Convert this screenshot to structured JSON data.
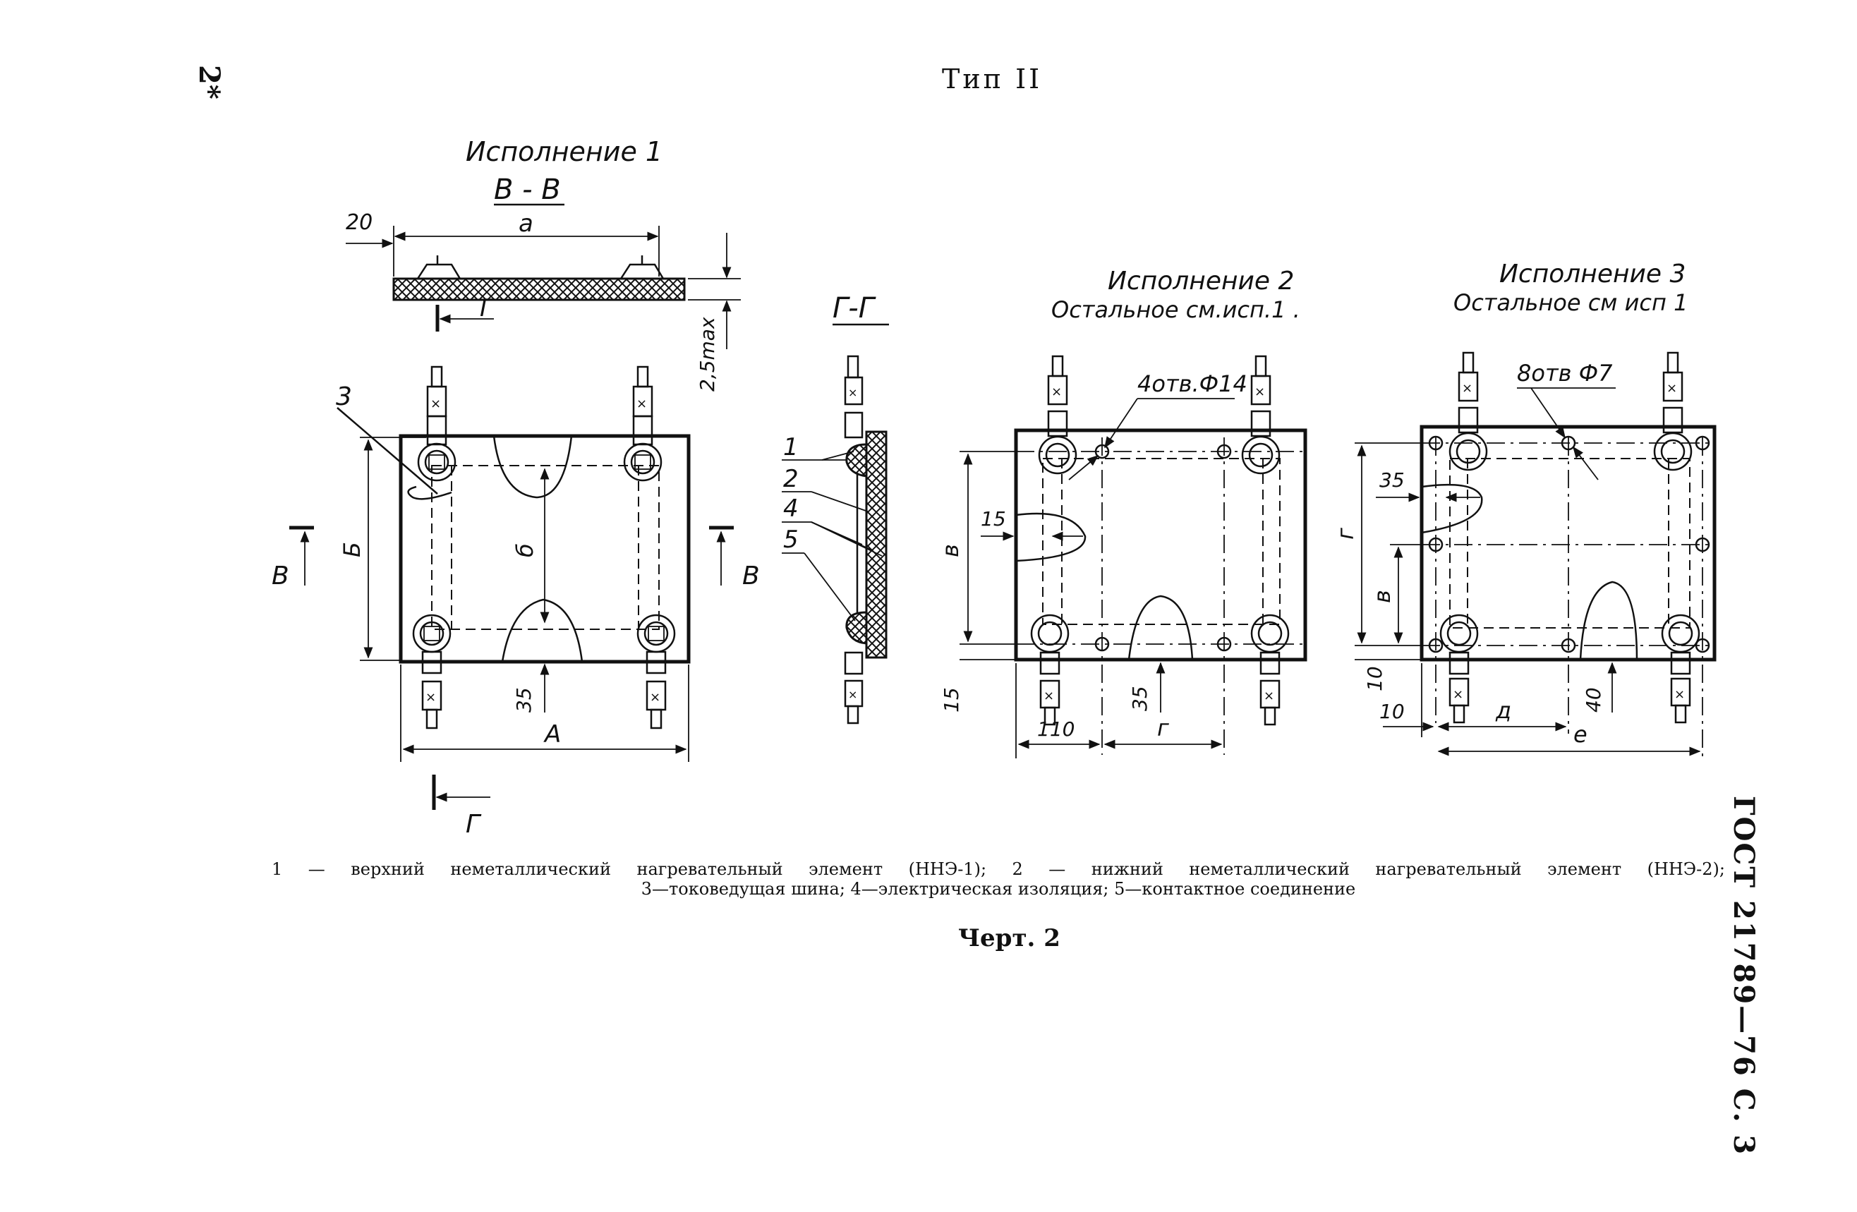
{
  "page": {
    "page_mark": "2*",
    "type_title": "Тип II",
    "side_title": "ГОСТ 21789—76 С. 3",
    "figure_caption": "Черт. 2"
  },
  "legend": {
    "line1": "1 — верхний неметаллический нагревательный элемент (ННЭ-1); 2 — нижний неметаллический нагревательный элемент (ННЭ-2);",
    "line2": "3—токоведущая шина; 4—электрическая изоляция; 5—контактное соединение"
  },
  "drawing": {
    "variant1": {
      "title": "Исполнение 1",
      "section_label": "В - В",
      "dim_20": "20",
      "dim_a": "а",
      "dim_25max": "2,5max",
      "cut_g_top": "Г",
      "cut_g_bottom": "Г",
      "cut_v_left": "В",
      "cut_v_right": "В",
      "item_3": "3",
      "dim_b": "Б",
      "dim_delta": "б",
      "dim_35": "35",
      "dim_A": "А"
    },
    "section_gg": {
      "label": "Г-Г",
      "item_1": "1",
      "item_2": "2",
      "item_4": "4",
      "item_5": "5"
    },
    "variant2": {
      "title": "Исполнение 2",
      "subtitle": "Остальное см.исп.1 .",
      "holes": "4отв.Ф14",
      "dim_15_left": "15",
      "dim_v": "в",
      "dim_15_bottom": "15",
      "dim_35": "35",
      "dim_110": "110",
      "dim_g": "г"
    },
    "variant3": {
      "title": "Исполнение 3",
      "subtitle": "Остальное см исп 1",
      "holes": "8отв Ф7",
      "dim_35": "35",
      "dim_g": "г",
      "dim_v": "в",
      "dim_10_a": "10",
      "dim_10_b": "10",
      "dim_d": "д",
      "dim_40": "40",
      "dim_e": "е"
    }
  }
}
